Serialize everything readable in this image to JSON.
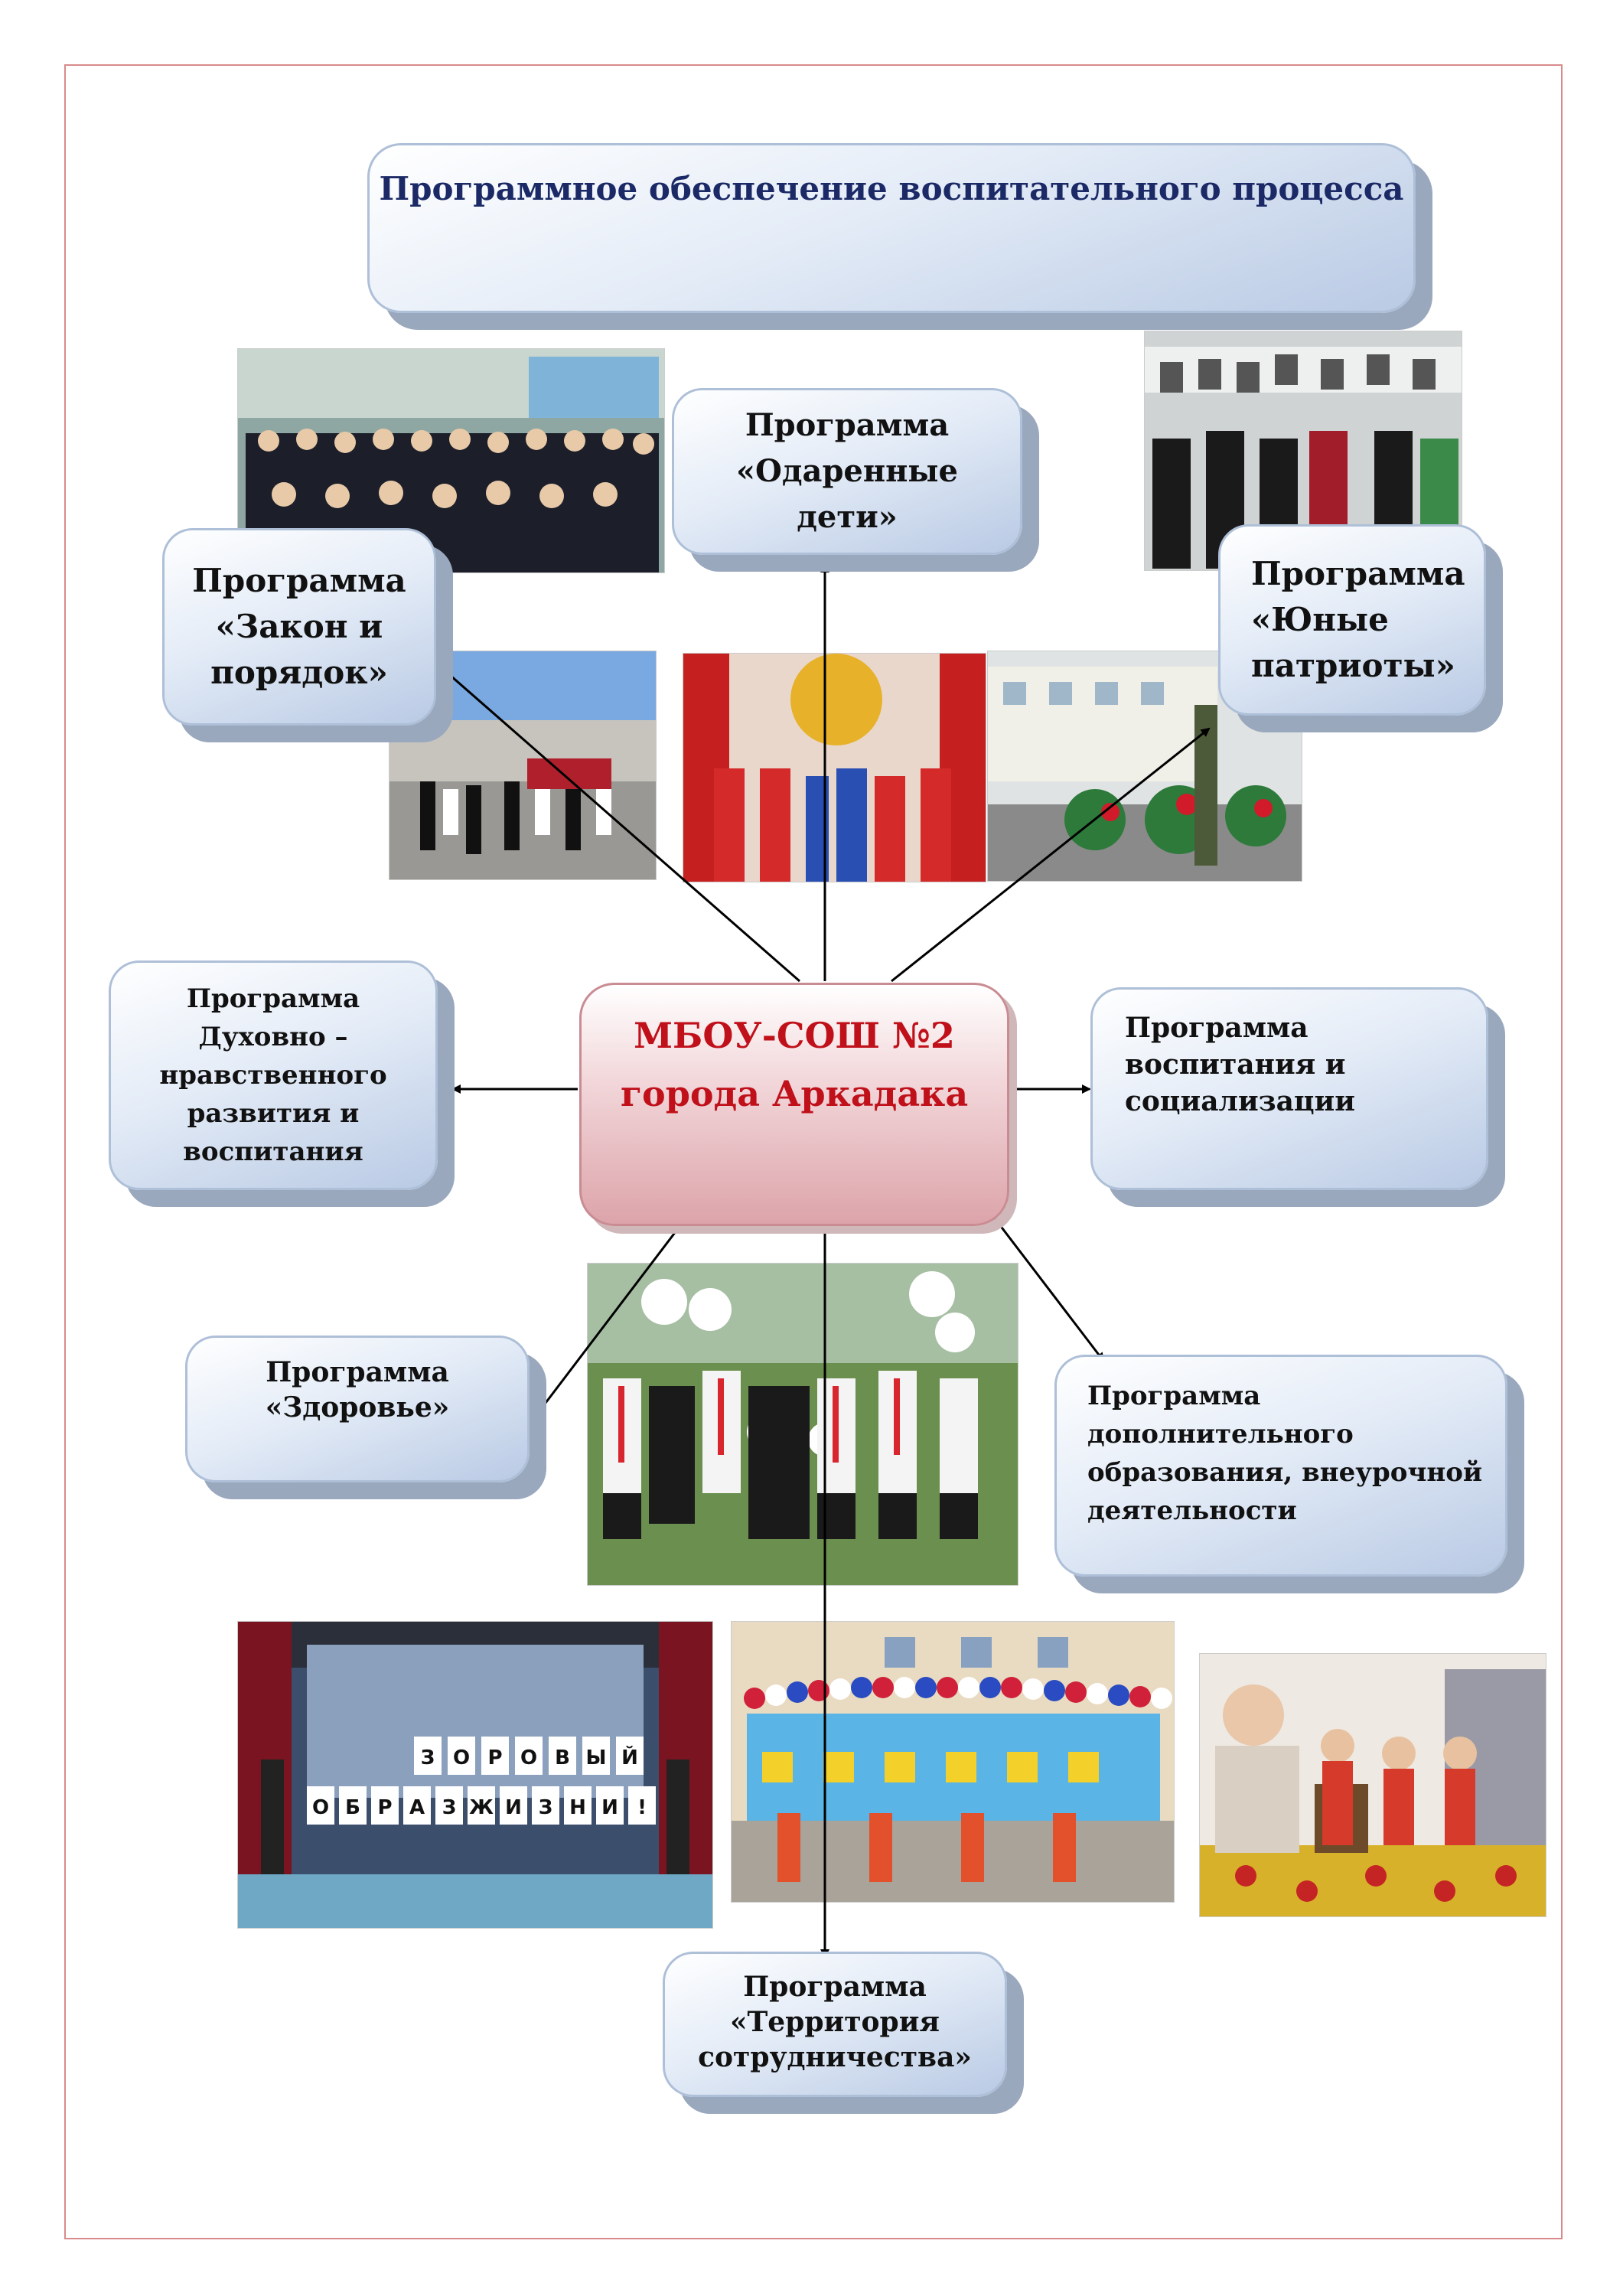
{
  "title": "Программное обеспечение воспитательного процесса",
  "center": "МБОУ-СОШ №2\nгорода Аркадака",
  "programs": {
    "gifted": "Программа\n«Одаренные\nдети»",
    "law": "Программа\n«Закон и\nпорядок»",
    "patriots": "Программа\n«Юные\nпатриоты»",
    "spiritual": "Программа\nДуховно –\nнравственного\nразвития и\nвоспитания",
    "socialization": "Программа\nвоспитания и\nсоциализации",
    "health": "Программа\n«Здоровье»",
    "additional": "Программа\nдополнительного\nобразования, внеурочной\nдеятельности",
    "territory": "Программа\n«Территория\nсотрудничества»"
  },
  "photo_letters": [
    "З",
    "О",
    "Р",
    "О",
    "В",
    "Ы",
    "Й",
    "О",
    "Б",
    "Р",
    "А",
    "З",
    "Ж",
    "И",
    "З",
    "Н",
    "И",
    "!"
  ],
  "colors": {
    "title_text": "#1b2a66",
    "center_text": "#c0101a",
    "box_border": "#aebfd8",
    "frame": "#d98a8a"
  }
}
